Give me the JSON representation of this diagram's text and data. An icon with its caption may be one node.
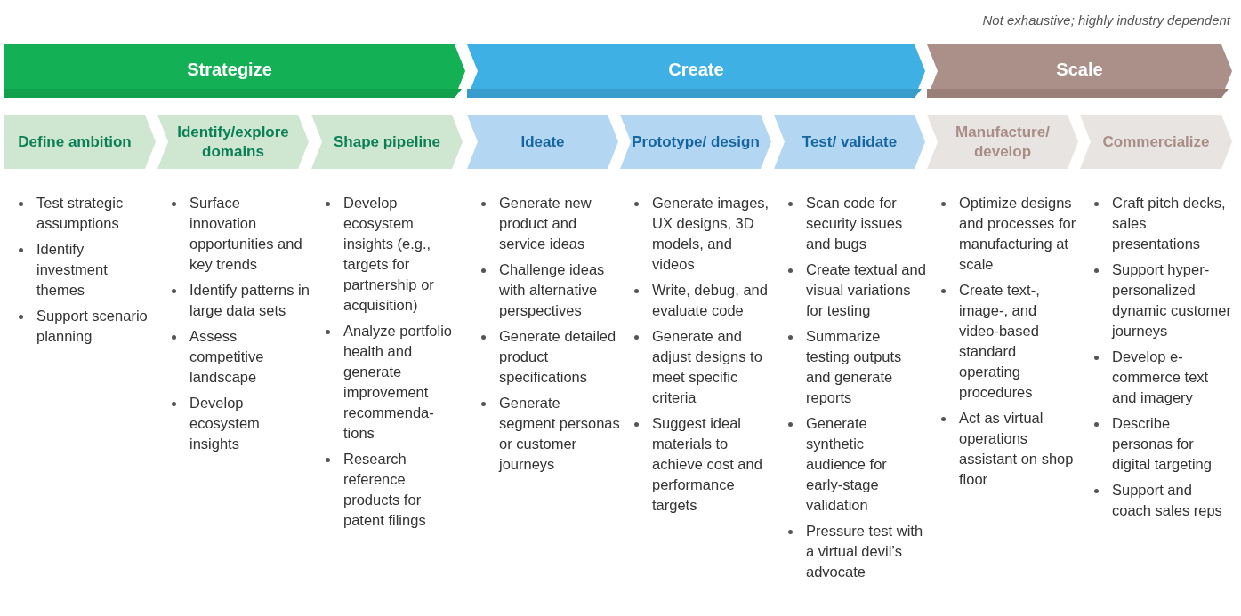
{
  "diagram": {
    "nodes": [
      {
        "text": [
          "Strategize"
        ]
      },
      {
        "text": [
          "Create"
        ]
      },
      {
        "text": [
          "Scale"
        ]
      },
      {
        "text": [
          "Define ambition"
        ],
        "beside": [
          "Test strategic assumptions",
          "Identify investment themes",
          "Support scenario planning"
        ]
      },
      {
        "text": [
          "Identify/explore domains"
        ],
        "beside": [
          "Surface innovation opportunities and key trends",
          "Identify patterns in large data sets",
          "Assess competitive landscape",
          "Develop ecosystem insights"
        ]
      },
      {
        "text": [
          "Shape pipeline"
        ],
        "beside": [
          "Develop ecosystem insights (e.g., targets for partnership or acquisition)",
          "Analyze portfolio health and generate improvement recommenda-tions",
          "Research reference products for patent filings"
        ]
      },
      {
        "text": [
          "Ideate"
        ],
        "beside": [
          "Generate new product and service ideas",
          "Challenge ideas with alternative perspectives",
          "Generate detailed product specifications",
          "Generate segment personas or customer journeys"
        ]
      },
      {
        "text": [
          "Prototype/ design"
        ],
        "beside": [
          "Generate images, UX designs, 3D models, and videos",
          "Write, debug, and evaluate code",
          "Generate and adjust designs to meet specific criteria",
          "Suggest ideal materials to achieve cost and performance targets"
        ]
      },
      {
        "text": [
          "Test/ validate"
        ],
        "beside": [
          "Scan code for security issues and bugs",
          "Create textual and visual variations for testing",
          "Summarize testing outputs and generate reports",
          "Generate synthetic audience for early-stage validation",
          "Pressure test with a virtual devil’s advocate"
        ]
      },
      {
        "text": [
          "Manufacture/ develop"
        ],
        "beside": [
          "Optimize designs and processes for manufacturing at scale",
          "Create text-, image-, and video-based standard operating procedures",
          "Act as virtual operations assistant on shop floor"
        ]
      },
      {
        "text": [
          "Commercialize"
        ],
        "beside": [
          "Craft pitch decks, sales presentations",
          "Support hyper-personalized dynamic customer journeys",
          "Develop e-commerce text and imagery",
          "Describe personas for digital targeting",
          "Support and coach sales reps"
        ]
      }
    ],
    "labels": [
      "Not exhaustive; highly industry dependent"
    ]
  }
}
